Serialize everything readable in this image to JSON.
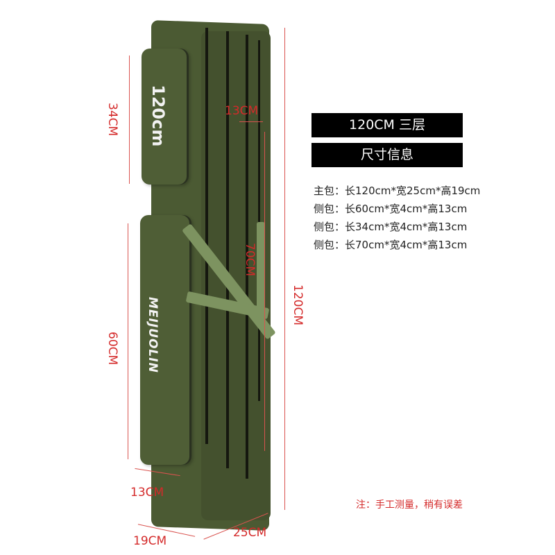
{
  "product": {
    "title_banner": "120CM 三层",
    "subtitle_banner": "尺寸信息",
    "bag_label": "120cm",
    "brand_logo": "MEIJUOLIN",
    "colors": {
      "bag_green": "#4b5a33",
      "strap_green": "#7d9360",
      "dimension_red": "#d42a2a",
      "banner_black": "#000000"
    }
  },
  "specs": [
    {
      "label": "主包：",
      "value": "长120cm*宽25cm*高19cm"
    },
    {
      "label": "侧包：",
      "value": "长60cm*宽4cm*高13cm"
    },
    {
      "label": "侧包：",
      "value": "长34cm*宽4cm*高13cm"
    },
    {
      "label": "侧包：",
      "value": "长70cm*宽4cm*高13cm"
    }
  ],
  "dimensions": {
    "pocket_top_height": "34CM",
    "pocket_bottom_height": "60CM",
    "side_top_width": "13CM",
    "side_middle_height": "70CM",
    "total_height": "120CM",
    "bottom_side_width": "13CM",
    "bottom_depth": "19CM",
    "bottom_width": "25CM"
  },
  "note": "注：手工测量，稍有误差"
}
